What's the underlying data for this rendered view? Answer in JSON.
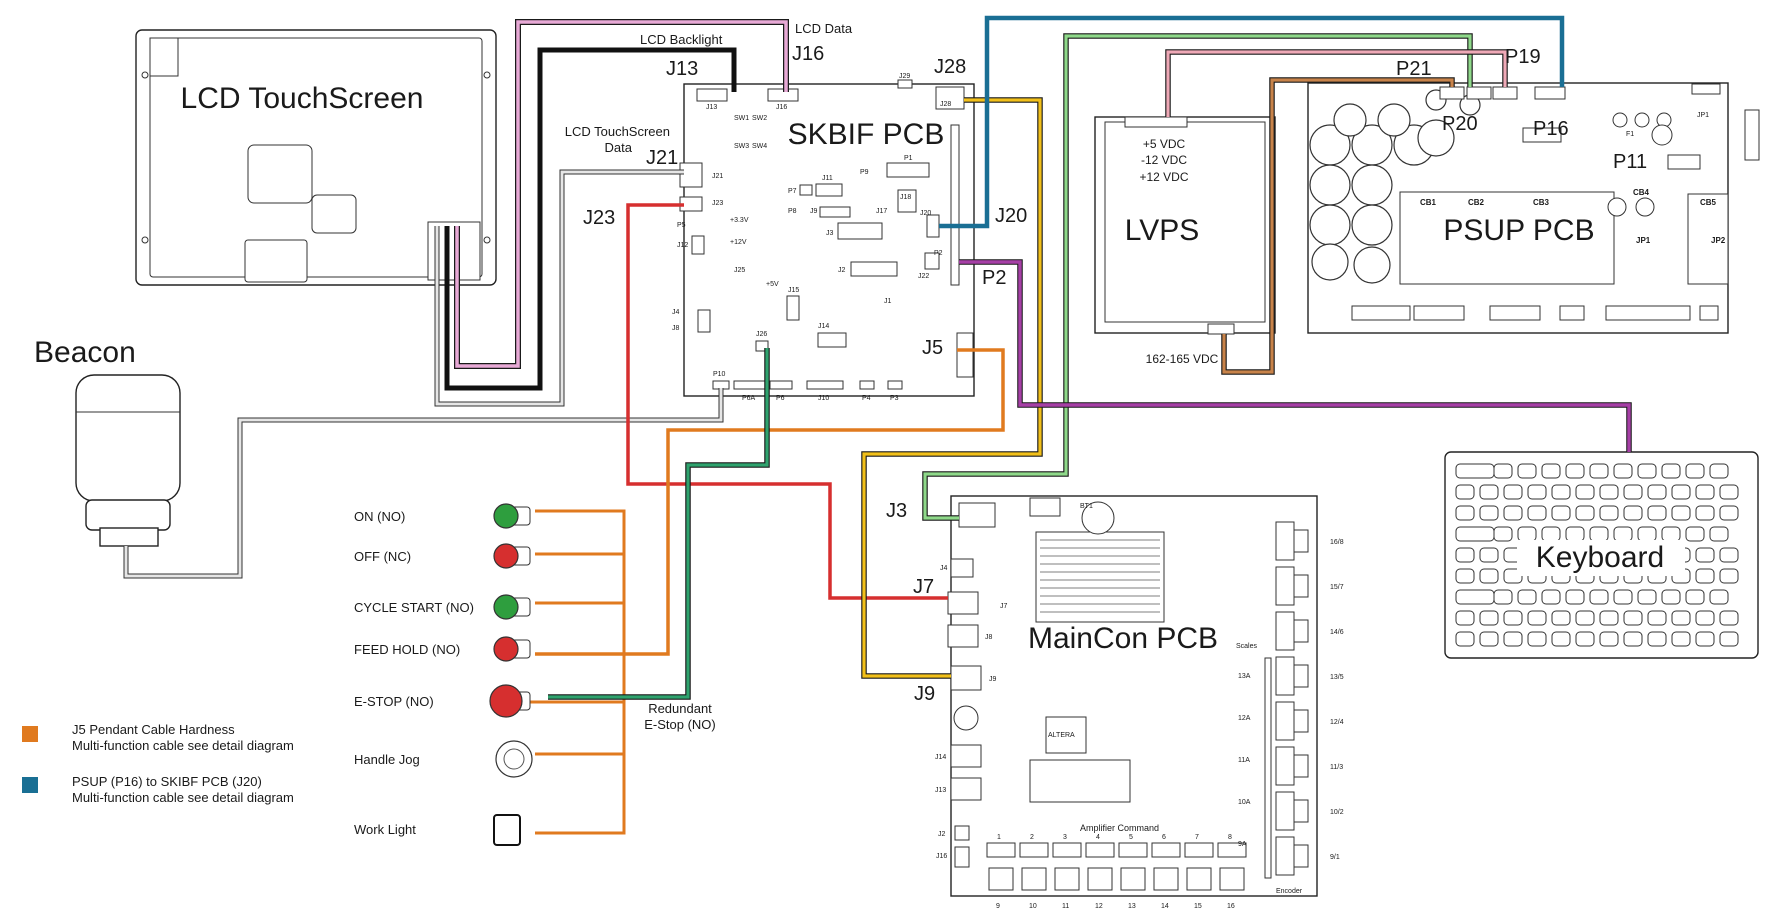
{
  "boards": {
    "lcd": "LCD TouchScreen",
    "skbif": "SKBIF PCB",
    "lvps": "LVPS",
    "psup": "PSUP PCB",
    "maincon": "MainCon PCB",
    "keyboard": "Keyboard",
    "beacon": "Beacon"
  },
  "connectors": {
    "j13": "J13",
    "j16": "J16",
    "j28": "J28",
    "j21": "J21",
    "j23": "J23",
    "j20": "J20",
    "p2": "P2",
    "j5": "J5",
    "p21": "P21",
    "p19": "P19",
    "p20": "P20",
    "p16": "P16",
    "p11": "P11",
    "j3": "J3",
    "j7": "J7",
    "j9": "J9"
  },
  "wire_labels": {
    "lcd_data": "LCD Data",
    "lcd_backlight": "LCD Backlight",
    "lcd_touch_data_1": "LCD TouchScreen",
    "lcd_touch_data_2": "Data",
    "lvps_out_1": "+5 VDC",
    "lvps_out_2": "-12 VDC",
    "lvps_out_3": "+12 VDC",
    "lvps_in": "162-165 VDC",
    "redundant_1": "Redundant",
    "redundant_2": "E-Stop (NO)"
  },
  "pendant": [
    {
      "label": "ON (NO)",
      "color": "#2e9e3e"
    },
    {
      "label": "OFF (NC)",
      "color": "#d62f2f"
    },
    {
      "label": "CYCLE START (NO)",
      "color": "#2e9e3e"
    },
    {
      "label": "FEED HOLD (NO)",
      "color": "#d62f2f"
    },
    {
      "label": "E-STOP (NO)",
      "color": "#d62f2f"
    },
    {
      "label": "Handle Jog",
      "color": "#ffffff"
    },
    {
      "label": "Work Light",
      "color": "#ffffff"
    }
  ],
  "legend": [
    {
      "color": "#e07a1f",
      "line1": "J5 Pendant Cable Hardness",
      "line2": "Multi-function cable see detail diagram"
    },
    {
      "color": "#1a6f94",
      "line1": "PSUP (P16) to SKIBF PCB (J20)",
      "line2": "Multi-function cable see detail diagram"
    }
  ],
  "skbif_small": {
    "j13": "J13",
    "j16": "J16",
    "j29": "J29",
    "j28": "J28",
    "sw1": "SW1",
    "sw2": "SW2",
    "sw3": "SW3",
    "sw4": "SW4",
    "p1": "P1",
    "j11": "J11",
    "p9": "P9",
    "p7": "P7",
    "p8": "P8",
    "j9": "J9",
    "j17": "J17",
    "j18": "J18",
    "j20": "J20",
    "j3": "J3",
    "j21": "J21",
    "j23": "J23",
    "p5": "P5",
    "j12": "J12",
    "v33": "+3.3V",
    "v12": "+12V",
    "j25": "J25",
    "v5": "+5V",
    "j2": "J2",
    "j22": "J22",
    "p2": "P2",
    "j1": "J1",
    "j15": "J15",
    "j14": "J14",
    "j4": "J4",
    "j8": "J8",
    "j26": "J26",
    "p10": "P10",
    "p6a": "P6A",
    "p6": "P6",
    "j10": "J10",
    "p4": "P4",
    "p3": "P3"
  },
  "psup_small": {
    "cb1": "CB1",
    "cb2": "CB2",
    "cb3": "CB3",
    "cb4": "CB4",
    "cb5": "CB5",
    "jp1": "JP1",
    "jp1b": "JP1",
    "jp2": "JP2",
    "f1": "F1"
  },
  "maincon_small": {
    "bt1": "BT1",
    "j4": "J4",
    "j7": "J7",
    "j8": "J8",
    "j9": "J9",
    "j14": "J14",
    "j13": "J13",
    "j2": "J2",
    "j16": "J16",
    "altera": "ALTERA",
    "scales": "Scales",
    "amp": "Amplifier Command",
    "encoder": "Encoder",
    "amp_nums": [
      "1",
      "2",
      "3",
      "4",
      "5",
      "6",
      "7",
      "8"
    ],
    "enc_nums": [
      "9",
      "10",
      "11",
      "12",
      "13",
      "14",
      "15",
      "16"
    ],
    "right_nums": [
      "16/8",
      "15/7",
      "14/6",
      "13/5",
      "12/4",
      "11/3",
      "10/2",
      "9/1"
    ],
    "scale_nums": [
      "13A",
      "12A",
      "11A",
      "10A",
      "9A"
    ]
  }
}
